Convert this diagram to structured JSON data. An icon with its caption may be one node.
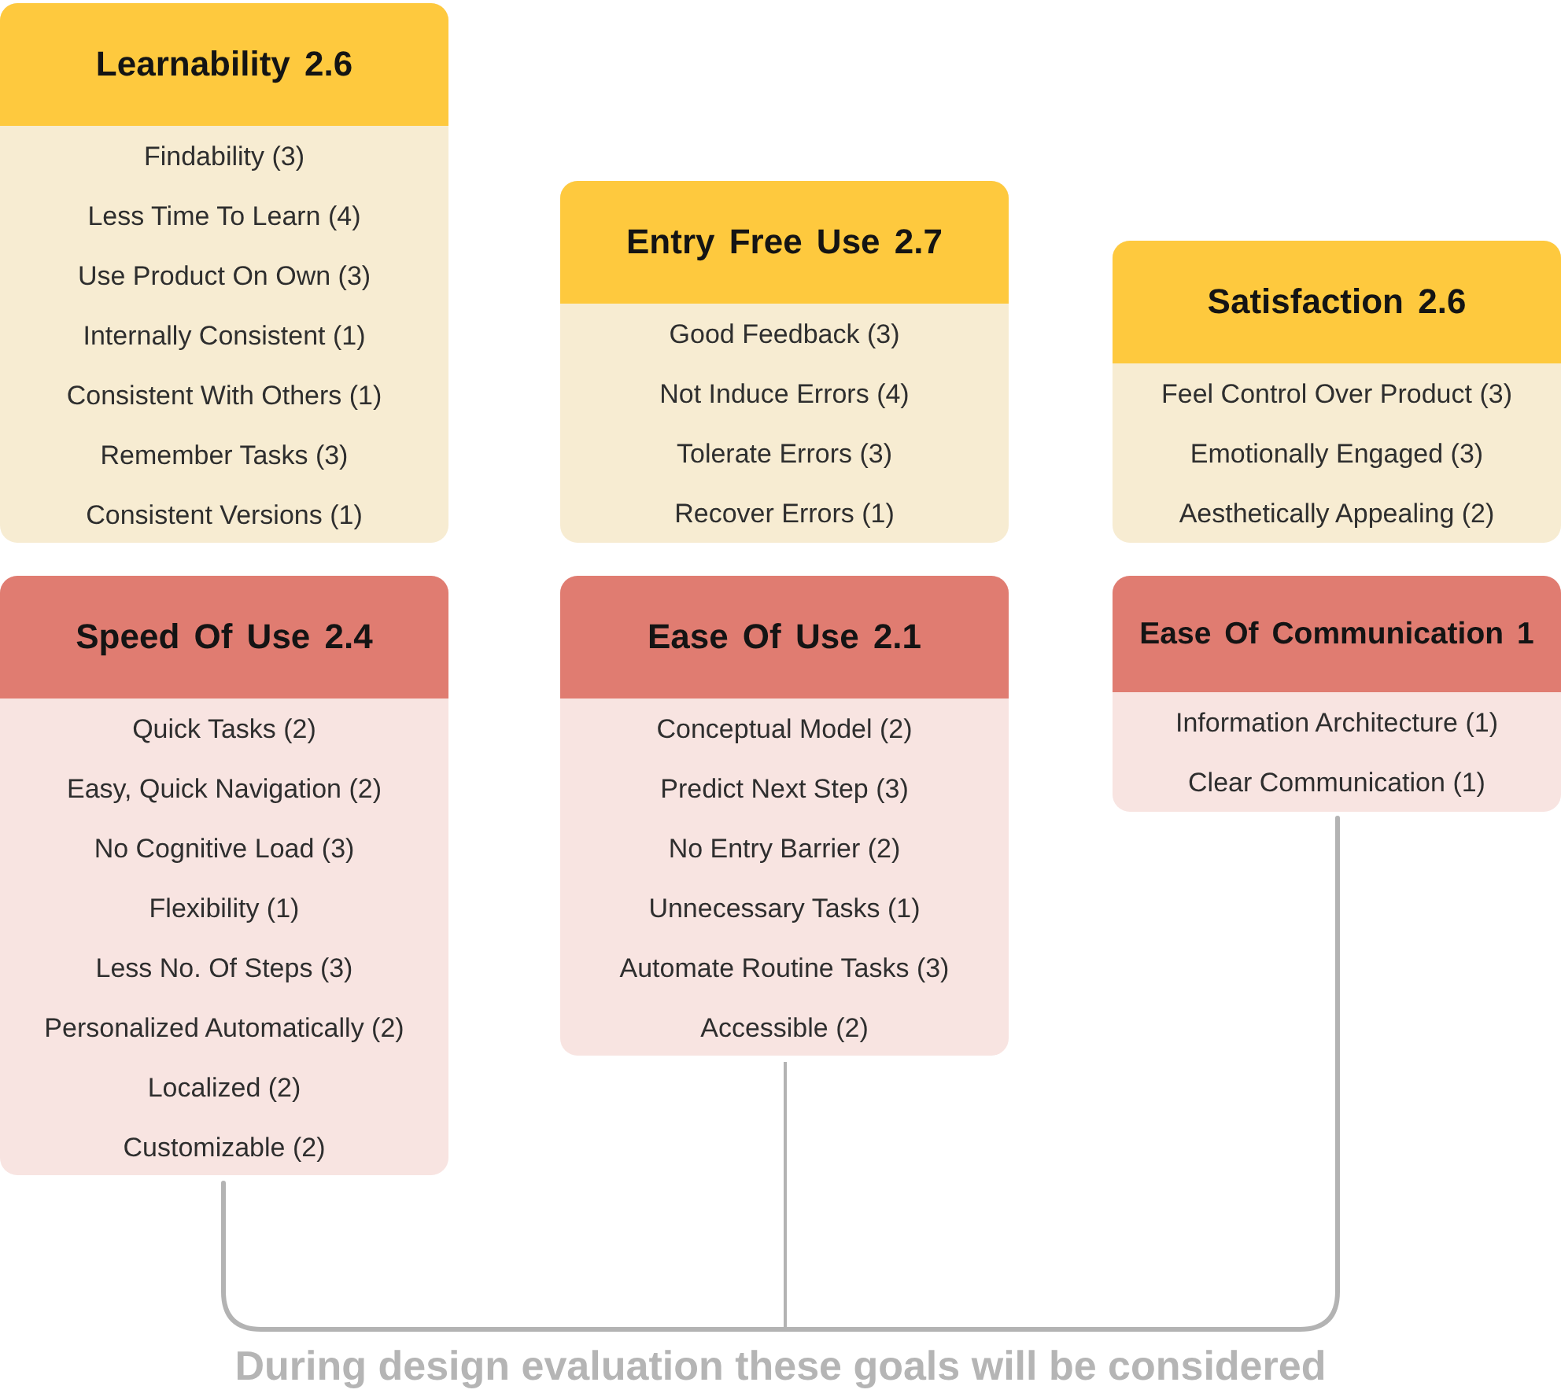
{
  "diagram": {
    "nodes": [
      {
        "text": [
          "Learnability 2.6",
          "Findability (3)",
          "Less Time To Learn (4)",
          "Use Product On Own (3)",
          "Internally Consistent (1)",
          "Consistent With Others (1)",
          "Remember Tasks (3)",
          "Consistent Versions (1)"
        ]
      },
      {
        "text": [
          "Entry Free Use 2.7",
          "Good Feedback (3)",
          "Not Induce Errors (4)",
          "Tolerate Errors (3)",
          "Recover Errors (1)"
        ]
      },
      {
        "text": [
          "Satisfaction 2.6",
          "Feel Control Over Product (3)",
          "Emotionally Engaged (3)",
          "Aesthetically Appealing (2)"
        ]
      },
      {
        "text": [
          "Speed Of Use 2.4",
          "Quick Tasks (2)",
          "Easy, Quick Navigation (2)",
          "No Cognitive Load (3)",
          "Flexibility (1)",
          "Less No. Of Steps (3)",
          "Personalized Automatically (2)",
          "Localized (2)",
          "Customizable (2)"
        ]
      },
      {
        "text": [
          "Ease Of Use 2.1",
          "Conceptual Model (2)",
          "Predict Next Step (3)",
          "No Entry Barrier (2)",
          "Unnecessary Tasks (1)",
          "Automate Routine Tasks (3)",
          "Accessible (2)"
        ]
      },
      {
        "text": [
          "Ease Of Communication 1",
          "Information Architecture (1)",
          "Clear Communication (1)"
        ]
      }
    ],
    "edges": [],
    "caption": "During design evaluation these goals will be considered"
  }
}
